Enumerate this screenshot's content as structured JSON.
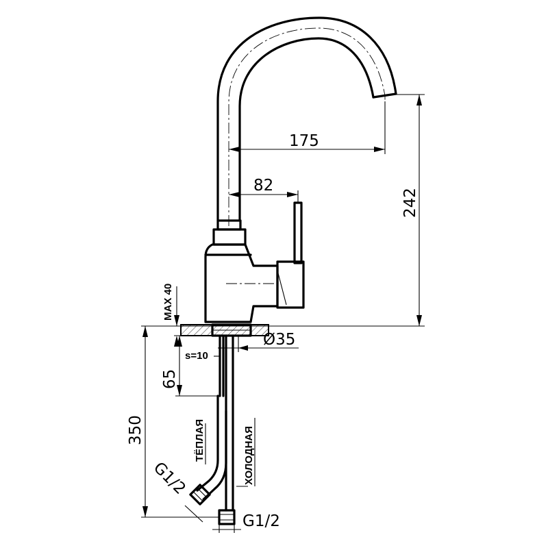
{
  "dimensions": {
    "spout_reach": "175",
    "handle_offset": "82",
    "height": "242",
    "max_thickness": "MAX 40",
    "hole_diameter": "Ø35",
    "stud_length": "65",
    "thread_spanner": "s=10",
    "hose_length": "350",
    "thread_left": "G1/2",
    "thread_right": "G1/2"
  },
  "labels": {
    "warm": "ТЁПЛАЯ",
    "cold": "ХОЛОДНАЯ"
  },
  "colors": {
    "line": "#000000",
    "background": "#ffffff"
  }
}
